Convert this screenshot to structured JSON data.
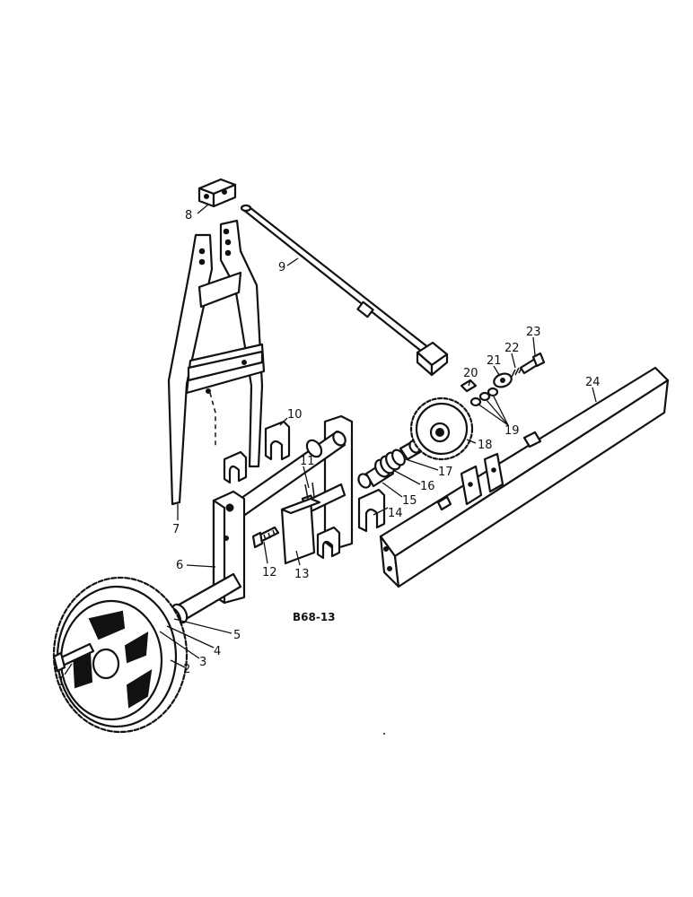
{
  "figure": {
    "reference_code": "B68-13",
    "callouts": {
      "c1": "1",
      "c2": "2",
      "c3": "3",
      "c4": "4",
      "c5": "5",
      "c6": "6",
      "c7": "7",
      "c8": "8",
      "c9": "9",
      "c10": "10",
      "c11": "11",
      "c12": "12",
      "c13": "13",
      "c14": "14",
      "c15": "15",
      "c16": "16",
      "c17": "17",
      "c18": "18",
      "c19": "19",
      "c20": "20",
      "c21": "21",
      "c22": "22",
      "c23": "23",
      "c24": "24"
    }
  },
  "colors": {
    "ink": "#111111",
    "paper": "#ffffff"
  }
}
